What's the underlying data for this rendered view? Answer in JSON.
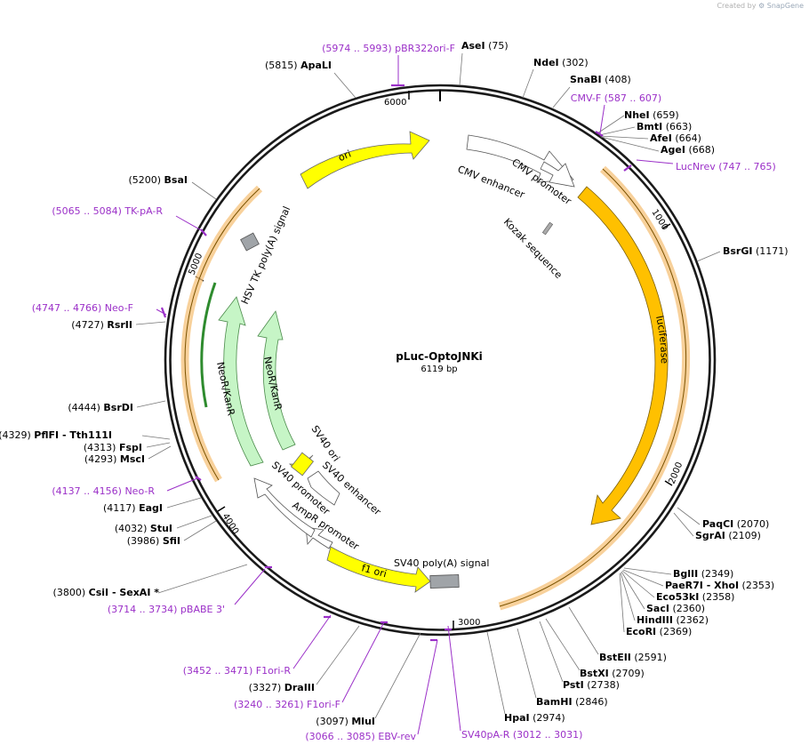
{
  "credit": {
    "prefix": "Created by",
    "brand": "SnapGene"
  },
  "plasmid": {
    "name": "pLuc-OptoJNKi",
    "size_label": "6119 bp",
    "length": 6119
  },
  "tick_labels": [
    "1000",
    "2000",
    "3000",
    "4000",
    "5000",
    "6000"
  ],
  "sites": [
    {
      "name": "AseI",
      "pos": "(75)"
    },
    {
      "name": "NdeI",
      "pos": "(302)"
    },
    {
      "name": "SnaBI",
      "pos": "(408)"
    },
    {
      "name": "NheI",
      "pos": "(659)"
    },
    {
      "name": "BmtI",
      "pos": "(663)"
    },
    {
      "name": "AfeI",
      "pos": "(664)"
    },
    {
      "name": "AgeI",
      "pos": "(668)"
    },
    {
      "name": "BsrGI",
      "pos": "(1171)"
    },
    {
      "name": "PaqCI",
      "pos": "(2070)"
    },
    {
      "name": "SgrAI",
      "pos": "(2109)"
    },
    {
      "name": "BglII",
      "pos": "(2349)"
    },
    {
      "name": "PaeR7I",
      "extra": "- XhoI",
      "pos": "(2353)"
    },
    {
      "name": "Eco53kI",
      "pos": "(2358)"
    },
    {
      "name": "SacI",
      "pos": "(2360)"
    },
    {
      "name": "HindIII",
      "pos": "(2362)"
    },
    {
      "name": "EcoRI",
      "pos": "(2369)"
    },
    {
      "name": "BstEII",
      "pos": "(2591)"
    },
    {
      "name": "BstXI",
      "pos": "(2709)"
    },
    {
      "name": "PstI",
      "pos": "(2738)"
    },
    {
      "name": "BamHI",
      "pos": "(2846)"
    },
    {
      "name": "HpaI",
      "pos": "(2974)"
    },
    {
      "name": "MluI",
      "pos": "(3097)"
    },
    {
      "name": "DraIII",
      "pos": "(3327)"
    },
    {
      "name": "CsiI",
      "extra": "- SexAI *",
      "pos": "(3800)"
    },
    {
      "name": "SfiI",
      "pos": "(3986)"
    },
    {
      "name": "StuI",
      "pos": "(4032)"
    },
    {
      "name": "EagI",
      "pos": "(4117)"
    },
    {
      "name": "MscI",
      "pos": "(4293)"
    },
    {
      "name": "FspI",
      "pos": "(4313)"
    },
    {
      "name": "PflFI",
      "extra": "- Tth111I",
      "pos": "(4329)"
    },
    {
      "name": "BsrDI",
      "pos": "(4444)"
    },
    {
      "name": "RsrII",
      "pos": "(4727)"
    },
    {
      "name": "BsaI",
      "pos": "(5200)"
    },
    {
      "name": "ApaLI",
      "pos": "(5815)"
    }
  ],
  "primers": [
    {
      "name": "pBR322ori-F",
      "range": "(5974 .. 5993)"
    },
    {
      "name": "CMV-F",
      "range": "(587 .. 607)"
    },
    {
      "name": "LucNrev",
      "range": "(747 .. 765)"
    },
    {
      "name": "TK-pA-R",
      "range": "(5065 .. 5084)"
    },
    {
      "name": "Neo-F",
      "range": "(4747 .. 4766)"
    },
    {
      "name": "Neo-R",
      "range": "(4137 .. 4156)"
    },
    {
      "name": "pBABE 3'",
      "range": "(3714 .. 3734)"
    },
    {
      "name": "F1ori-R",
      "range": "(3452 .. 3471)"
    },
    {
      "name": "F1ori-F",
      "range": "(3240 .. 3261)"
    },
    {
      "name": "EBV-rev",
      "range": "(3066 .. 3085)"
    },
    {
      "name": "SV40pA-R",
      "range": "(3012 .. 3031)"
    }
  ],
  "features": [
    {
      "name": "ori"
    },
    {
      "name": "CMV enhancer"
    },
    {
      "name": "CMV promoter"
    },
    {
      "name": "Kozak sequence"
    },
    {
      "name": "luciferase"
    },
    {
      "name": "SV40 poly(A) signal"
    },
    {
      "name": "f1 ori"
    },
    {
      "name": "AmpR promoter"
    },
    {
      "name": "SV40 promoter"
    },
    {
      "name": "SV40 enhancer"
    },
    {
      "name": "SV40 ori"
    },
    {
      "name": "NeoR/KanR"
    },
    {
      "name": "NeoR/KanR"
    },
    {
      "name": "HSV TK poly(A) signal"
    }
  ],
  "colors": {
    "backbone": "#1a1a1a",
    "primer": "#9b30c8",
    "ori": "#ffff00",
    "promoter": "#ffffff",
    "cds_orange": "#ffc000",
    "cds_green": "#c6f5c6",
    "polyA": "#a0a4a8",
    "highlight": "#f5c27a"
  }
}
